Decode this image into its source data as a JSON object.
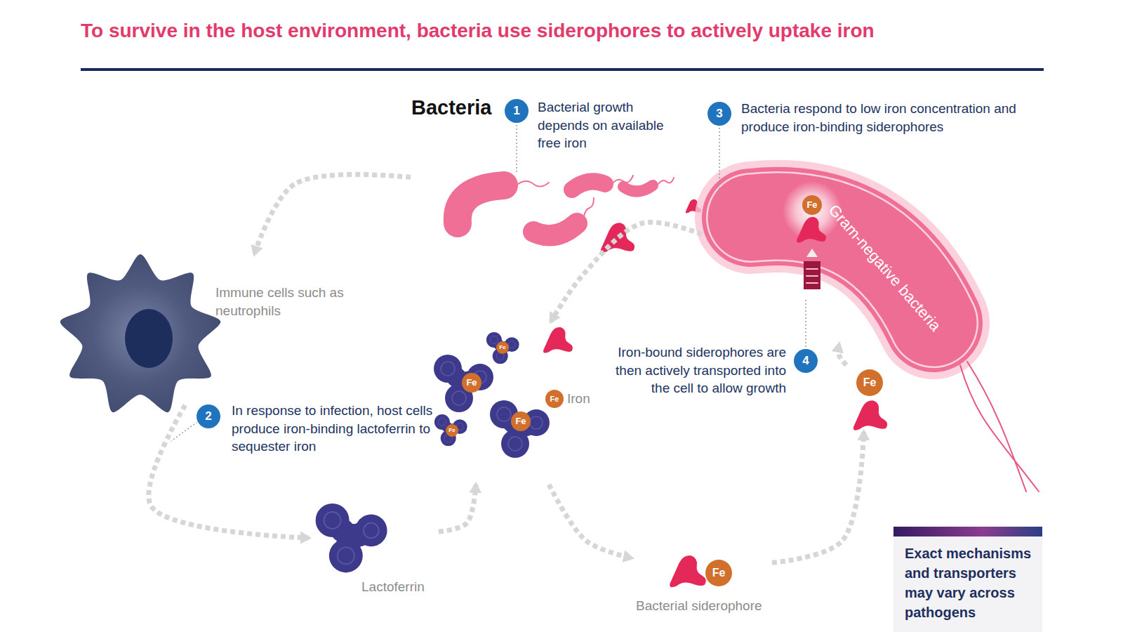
{
  "diagram": {
    "title": "To survive in the host environment, bacteria use siderophores to actively uptake iron",
    "nodes": [
      {
        "text": [
          "Bacteria"
        ]
      },
      {
        "text": [
          "Fe",
          "Gram-negative bacteria"
        ]
      },
      {
        "text": [
          "Immune cells such as neutrophils"
        ]
      },
      {
        "text": [
          "Fe",
          "Fe",
          "Fe",
          "Fe"
        ]
      },
      {
        "text": [
          "Fe"
        ]
      },
      {
        "text": [
          "Lactoferrin"
        ]
      },
      {
        "text": [
          "Fe",
          "Bacterial siderophore"
        ]
      },
      {
        "text": [
          "Exact mechanisms and transporters may vary across pathogens"
        ]
      }
    ],
    "edges": [
      {
        "from": 0,
        "to": 2,
        "arrow": "to"
      },
      {
        "from": 2,
        "to": 5,
        "arrow": "to"
      },
      {
        "from": 5,
        "to": 3,
        "arrow": "to"
      },
      {
        "from": 3,
        "to": 6,
        "arrow": "to"
      },
      {
        "from": 6,
        "to": 4,
        "arrow": "to"
      },
      {
        "from": 4,
        "to": 1,
        "arrow": "to"
      },
      {
        "from": 1,
        "to": 3,
        "arrow": "to"
      }
    ],
    "labels": [
      "1",
      "Bacterial growth depends on available free iron",
      "3",
      "Bacteria respond to low iron concentration and produce iron-binding siderophores",
      "2",
      "In response to infection, host cells produce iron-binding lactoferrin to sequester iron",
      "Fe",
      "Iron",
      "4",
      "Iron-bound siderophores are then actively transported into the cell to allow growth"
    ]
  }
}
